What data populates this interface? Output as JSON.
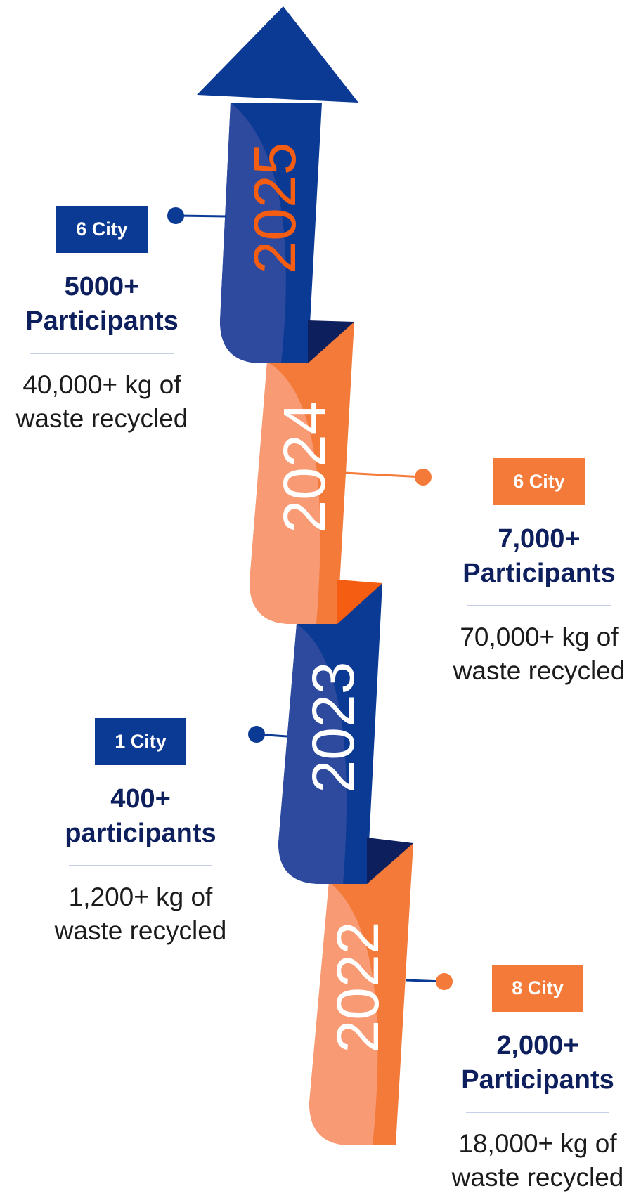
{
  "colors": {
    "blue": "#0a3a94",
    "blue_light": "#2d4a9e",
    "blue_dark": "#0d1f5c",
    "orange": "#f47a3a",
    "orange_light": "#f89a74",
    "orange_dark": "#f45d12"
  },
  "milestones": [
    {
      "year": "2025",
      "city": "6 City",
      "participants": "5000+",
      "participants_label": "Participants",
      "waste_amount": "40,000+ kg of",
      "waste_label": "waste recycled"
    },
    {
      "year": "2024",
      "city": "6 City",
      "participants": "7,000+",
      "participants_label": "Participants",
      "waste_amount": "70,000+ kg of",
      "waste_label": "waste recycled"
    },
    {
      "year": "2023",
      "city": "1 City",
      "participants": "400+",
      "participants_label": "participants",
      "waste_amount": "1,200+ kg of",
      "waste_label": "waste recycled"
    },
    {
      "year": "2022",
      "city": "8 City",
      "participants": "2,000+",
      "participants_label": "Participants",
      "waste_amount": "18,000+ kg of",
      "waste_label": "waste recycled"
    }
  ]
}
